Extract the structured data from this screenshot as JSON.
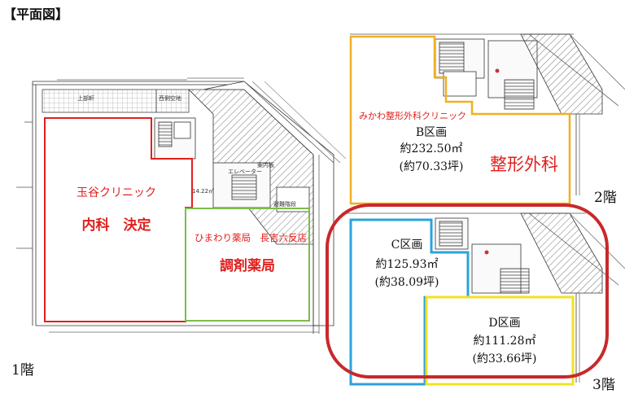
{
  "title": "【平面図】",
  "floors": {
    "f1": "1階",
    "f2": "2階",
    "f3": "3階"
  },
  "first_floor": {
    "clinic": {
      "name": "玉谷クリニック",
      "status": "内科　決定",
      "color": "#e0201e"
    },
    "pharmacy": {
      "name": "ひまわり薬局　長吉六反店",
      "type": "調剤薬局",
      "color": "#7cbc4a"
    },
    "plan_notes": {
      "room_a": "西側空地",
      "room_b": "上部軒",
      "room_c": "エレベーター",
      "room_d": "案内板",
      "room_e": "避難階段",
      "room_f": "14.22㎡"
    }
  },
  "second_floor": {
    "tenant_name": "みかわ整形外科クリニック",
    "unit": "B区画",
    "area": "約232.50㎡",
    "tsubo": "(約70.33坪)",
    "specialty": "整形外科",
    "color": "#f0b022"
  },
  "third_floor": {
    "unit_c": {
      "unit": "C区画",
      "area": "約125.93㎡",
      "tsubo": "(約38.09坪)",
      "color": "#2aa3dc"
    },
    "unit_d": {
      "unit": "D区画",
      "area": "約111.28㎡",
      "tsubo": "(約33.66坪)",
      "color": "#f2e224"
    },
    "highlight_color": "#c8292a"
  }
}
